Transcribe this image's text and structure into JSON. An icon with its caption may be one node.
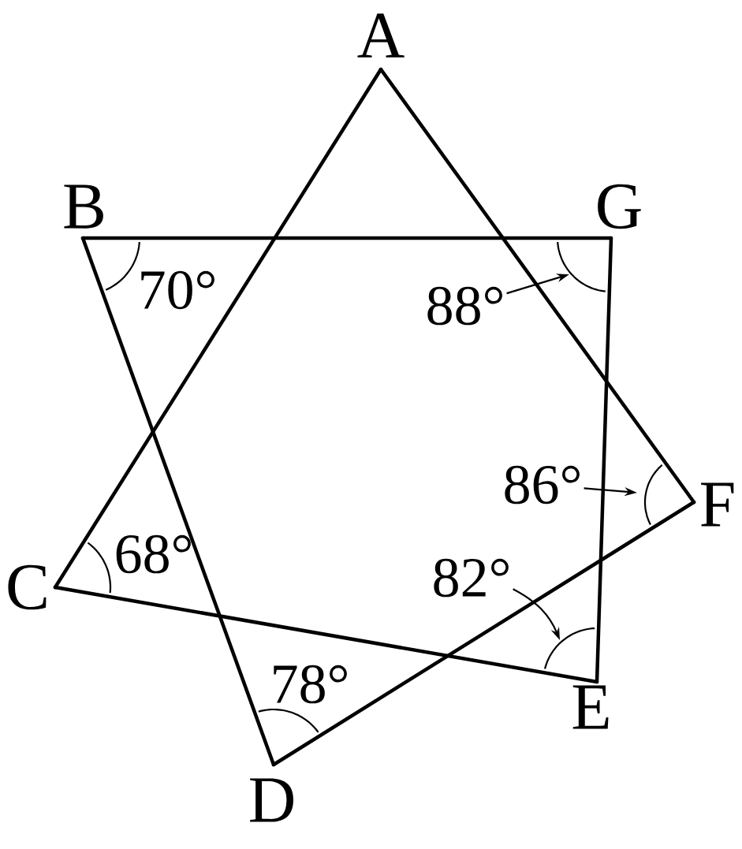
{
  "diagram": {
    "nodes": [
      {
        "text": [
          "A"
        ]
      },
      {
        "text": [
          "B"
        ]
      },
      {
        "text": [
          "C"
        ]
      },
      {
        "text": [
          "D"
        ]
      },
      {
        "text": [
          "E"
        ]
      },
      {
        "text": [
          "F"
        ]
      },
      {
        "text": [
          "G"
        ]
      },
      {
        "text": [
          "88°"
        ]
      },
      {
        "text": [
          "86°"
        ]
      },
      {
        "text": [
          "82°"
        ]
      },
      {
        "text": [],
        "shape": "arc"
      },
      {
        "text": [],
        "shape": "arc"
      },
      {
        "text": [],
        "shape": "arc"
      }
    ],
    "edges": [
      {
        "from": 0,
        "to": 2,
        "arrow": "none"
      },
      {
        "from": 0,
        "to": 5,
        "arrow": "none"
      },
      {
        "from": 1,
        "to": 6,
        "arrow": "none"
      },
      {
        "from": 1,
        "to": 3,
        "arrow": "none"
      },
      {
        "from": 2,
        "to": 4,
        "arrow": "none"
      },
      {
        "from": 3,
        "to": 5,
        "arrow": "none"
      },
      {
        "from": 6,
        "to": 4,
        "arrow": "none"
      },
      {
        "from": 7,
        "to": 10,
        "arrow": "to"
      },
      {
        "from": 8,
        "to": 11,
        "arrow": "to"
      },
      {
        "from": 9,
        "to": 12,
        "arrow": "to"
      }
    ],
    "labels": [
      "70°",
      "68°",
      "78°"
    ]
  }
}
